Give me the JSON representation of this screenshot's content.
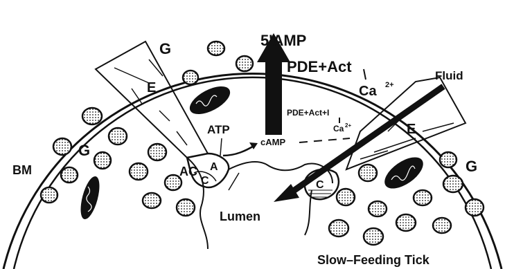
{
  "labels": {
    "amp5": "5'AMP",
    "pde_act": "PDE+Act",
    "fluid": "Fluid",
    "ca_top": "Ca",
    "ca_top_sup": "2+",
    "g_top": "G",
    "e_left": "E",
    "atp": "ATP",
    "pde_act_i": "PDE+Act+I",
    "ca_mid": "Ca",
    "ca_mid_sup": "2+",
    "camp": "cAMP",
    "e_right": "E",
    "g_left": "G",
    "bm": "BM",
    "ac": "AC",
    "a": "A",
    "c": "C",
    "c_right": "C",
    "g_right": "G",
    "lumen": "Lumen",
    "slow_feeding_tick": "Slow–Feeding Tick"
  },
  "colors": {
    "ink": "#111111",
    "granule_fill": "#d9d9d9",
    "background": "#ffffff"
  }
}
